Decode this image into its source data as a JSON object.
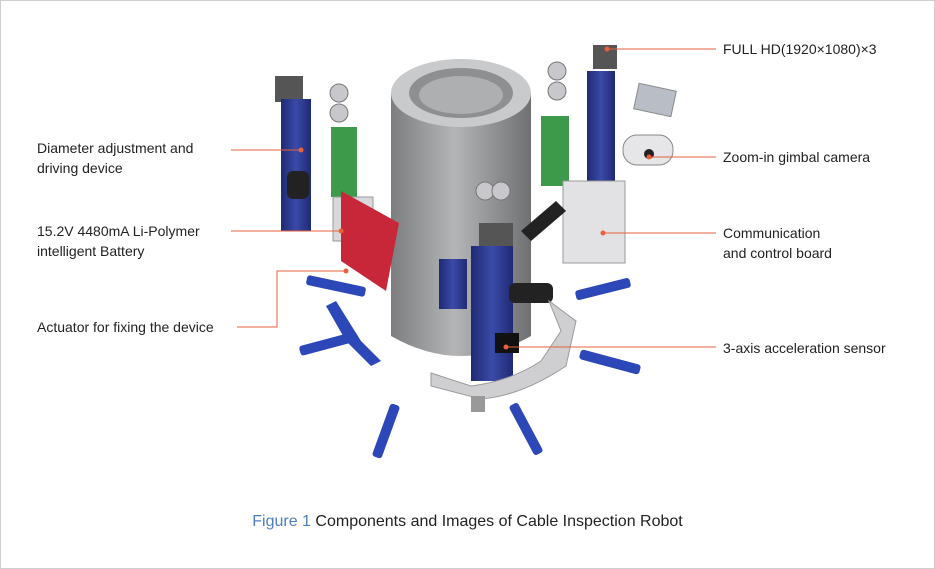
{
  "labels": {
    "full_hd": "FULL HD(1920×1080)×3",
    "zoom_camera": "Zoom-in gimbal camera",
    "comm_board_1": "Communication",
    "comm_board_2": "and control board",
    "accel_sensor": "3-axis acceleration sensor",
    "diameter_1": "Diameter adjustment and",
    "diameter_2": "driving device",
    "battery_1": "15.2V 4480mA Li-Polymer",
    "battery_2": "intelligent Battery",
    "actuator": "Actuator for fixing the device"
  },
  "caption": {
    "number": "Figure 1",
    "text": "Components and Images of Cable Inspection Robot"
  },
  "colors": {
    "leader_line": "#e8603c",
    "leader_dot": "#e8603c",
    "figure_number": "#4f7fbf",
    "cylinder": "#9b9c9e",
    "module_blue": "#2d3a8c",
    "board_green": "#3d9a4a",
    "board_red": "#c8273a",
    "tube_blue": "#2b47b8"
  }
}
